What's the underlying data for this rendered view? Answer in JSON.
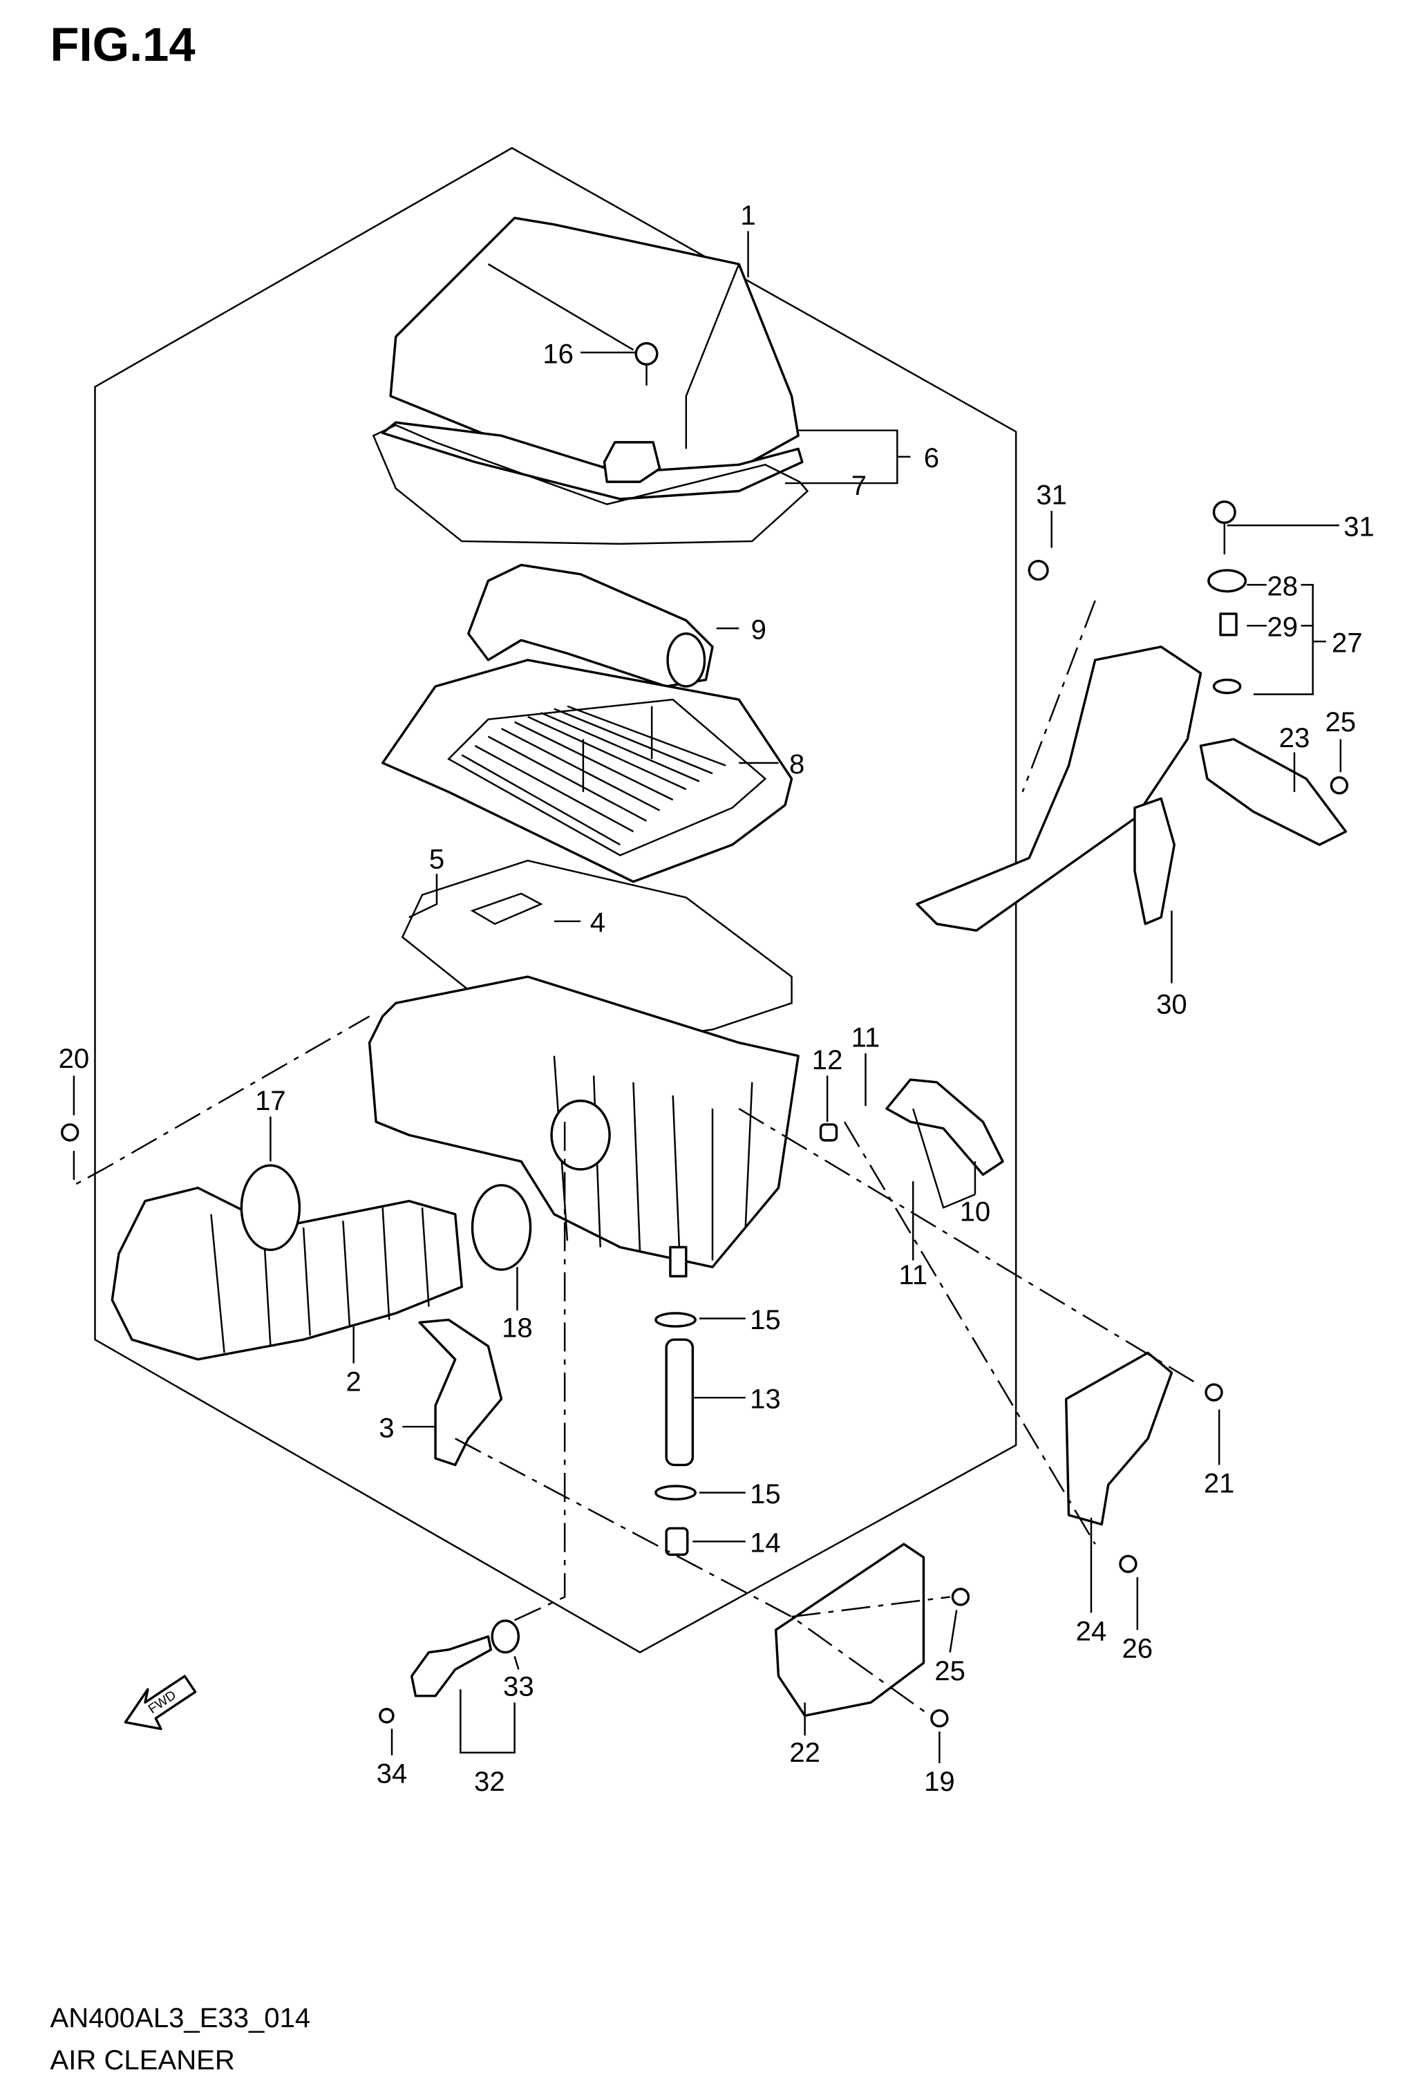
{
  "figure_title": "FIG.14",
  "footer": {
    "code": "AN400AL3_E33_014",
    "name": "AIR CLEANER"
  },
  "fwd_label": "FWD",
  "callouts": [
    "1",
    "16",
    "6",
    "7",
    "9",
    "8",
    "5",
    "4",
    "31",
    "31",
    "28",
    "29",
    "27",
    "25",
    "23",
    "30",
    "20",
    "17",
    "12",
    "11",
    "10",
    "11",
    "18",
    "15",
    "2",
    "13",
    "3",
    "15",
    "14",
    "21",
    "24",
    "26",
    "25",
    "33",
    "22",
    "34",
    "32",
    "19"
  ]
}
